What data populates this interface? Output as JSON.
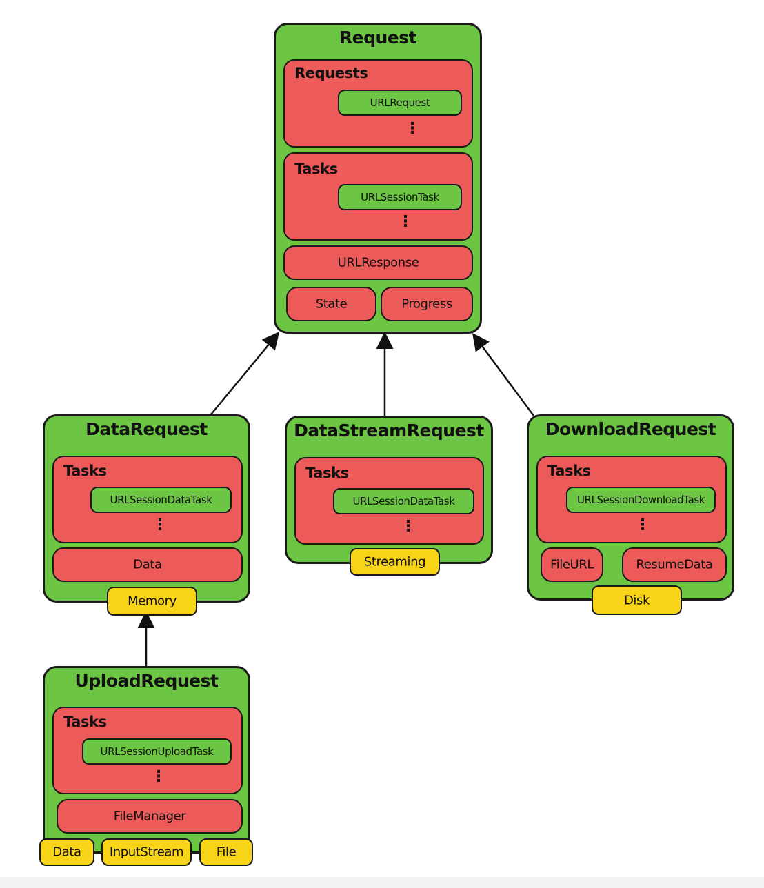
{
  "request": {
    "title": "Request",
    "requests_section": {
      "title": "Requests",
      "item": "URLRequest",
      "more": "⋮"
    },
    "tasks_section": {
      "title": "Tasks",
      "item": "URLSessionTask",
      "more": "⋮"
    },
    "response": "URLResponse",
    "state": "State",
    "progress": "Progress"
  },
  "data_request": {
    "title": "DataRequest",
    "tasks_section": {
      "title": "Tasks",
      "item": "URLSessionDataTask",
      "more": "⋮"
    },
    "data": "Data",
    "storage": "Memory"
  },
  "data_stream_request": {
    "title": "DataStreamRequest",
    "tasks_section": {
      "title": "Tasks",
      "item": "URLSessionDataTask",
      "more": "⋮"
    },
    "storage": "Streaming"
  },
  "download_request": {
    "title": "DownloadRequest",
    "tasks_section": {
      "title": "Tasks",
      "item": "URLSessionDownloadTask",
      "more": "⋮"
    },
    "file_url": "FileURL",
    "resume_data": "ResumeData",
    "storage": "Disk"
  },
  "upload_request": {
    "title": "UploadRequest",
    "tasks_section": {
      "title": "Tasks",
      "item": "URLSessionUploadTask",
      "more": "⋮"
    },
    "file_manager": "FileManager",
    "sources": [
      "Data",
      "InputStream",
      "File"
    ]
  },
  "colors": {
    "class_box": "#6cc644",
    "property_box": "#ec5b59",
    "storage_tag": "#f7d417",
    "outline": "#1a1a1a"
  }
}
